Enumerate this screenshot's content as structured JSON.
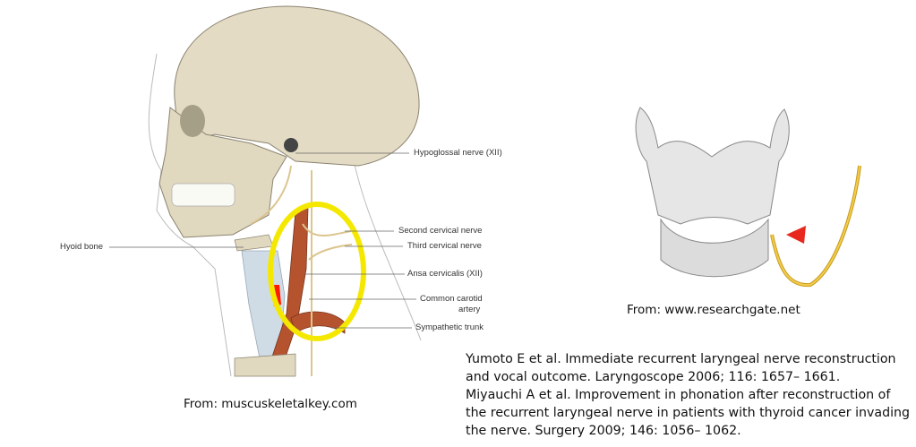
{
  "left_figure": {
    "labels": {
      "hypoglossal": "Hypoglossal nerve (XII)",
      "hyoid": "Hyoid bone",
      "second_cervical": "Second cervical nerve",
      "third_cervical": "Third cervical nerve",
      "ansa": "Ansa cervicalis (XII)",
      "carotid_1": "Common carotid",
      "carotid_2": "artery",
      "sympathetic": "Sympathetic trunk"
    },
    "caption": "From: muscuskeletalkey.com",
    "highlight_color": "#f5e800"
  },
  "right_figure": {
    "caption": "From: www.researchgate.net",
    "marker_color": "#e8281e"
  },
  "references": [
    "Yumoto E et al. Immediate recurrent laryngeal nerve reconstruction",
    "and vocal outcome. Laryngoscope 2006; 116: 1657– 1661.",
    "Miyauchi A et al. Improvement in phonation after reconstruction of",
    "the recurrent laryngeal nerve in patients with thyroid cancer invading",
    "the nerve. Surgery 2009; 146: 1056– 1062."
  ]
}
